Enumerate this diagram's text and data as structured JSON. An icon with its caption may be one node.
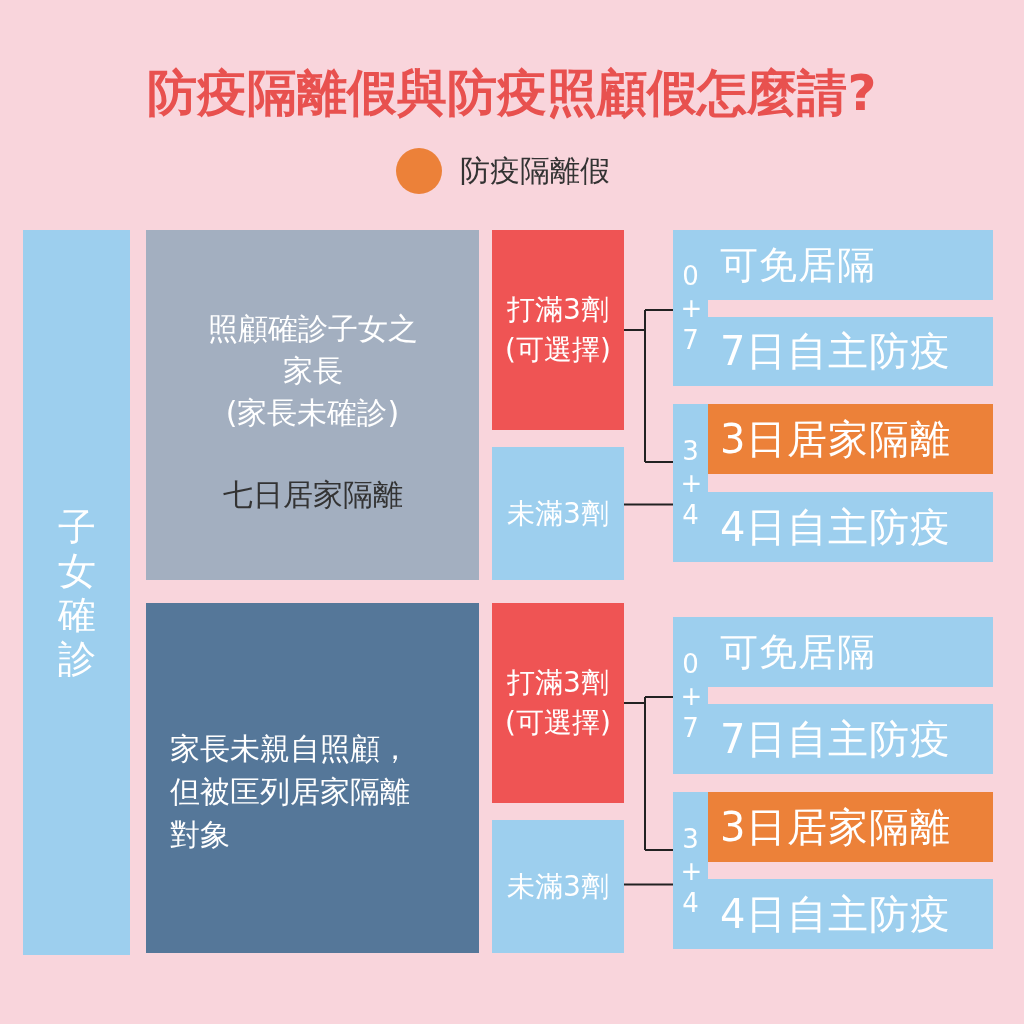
{
  "diagram": {
    "title": "防疫隔離假與防疫照顧假怎麼請?",
    "nodes": [
      {
        "text": [
          "子女確診"
        ]
      },
      {
        "text": [
          "照顧確診子女之家長",
          "(家長未確診)",
          "七日居家隔離"
        ]
      },
      {
        "text": [
          "打滿3劑(可選擇)"
        ]
      },
      {
        "text": [
          "未滿3劑"
        ]
      },
      {
        "text": [
          "0+7"
        ]
      },
      {
        "text": [
          "可免居隔"
        ],
        "in": 4
      },
      {
        "text": [
          "7日自主防疫"
        ],
        "in": 4
      },
      {
        "text": [
          "3+4"
        ]
      },
      {
        "text": [
          "3日居家隔離"
        ],
        "in": 7
      },
      {
        "text": [
          "4日自主防疫"
        ],
        "in": 7
      },
      {
        "text": [
          "家長未親自照顧，但被匡列居家隔離對象"
        ]
      },
      {
        "text": [
          "打滿3劑(可選擇)"
        ]
      },
      {
        "text": [
          "未滿3劑"
        ]
      },
      {
        "text": [
          "0+7"
        ]
      },
      {
        "text": [
          "可免居隔"
        ],
        "in": 13
      },
      {
        "text": [
          "7日自主防疫"
        ],
        "in": 13
      },
      {
        "text": [
          "3+4"
        ]
      },
      {
        "text": [
          "3日居家隔離"
        ],
        "in": 16
      },
      {
        "text": [
          "4日自主防疫"
        ],
        "in": 16
      }
    ],
    "edges": [
      {
        "from": 2,
        "to": 4,
        "arrow": "none"
      },
      {
        "from": 2,
        "to": 7,
        "arrow": "none"
      },
      {
        "from": 3,
        "to": 7,
        "arrow": "none"
      },
      {
        "from": 11,
        "to": 13,
        "arrow": "none"
      },
      {
        "from": 11,
        "to": 16,
        "arrow": "none"
      },
      {
        "from": 12,
        "to": 16,
        "arrow": "none"
      }
    ],
    "legend": [
      {
        "text": "防疫隔離假",
        "color": "#ec8139"
      }
    ]
  }
}
